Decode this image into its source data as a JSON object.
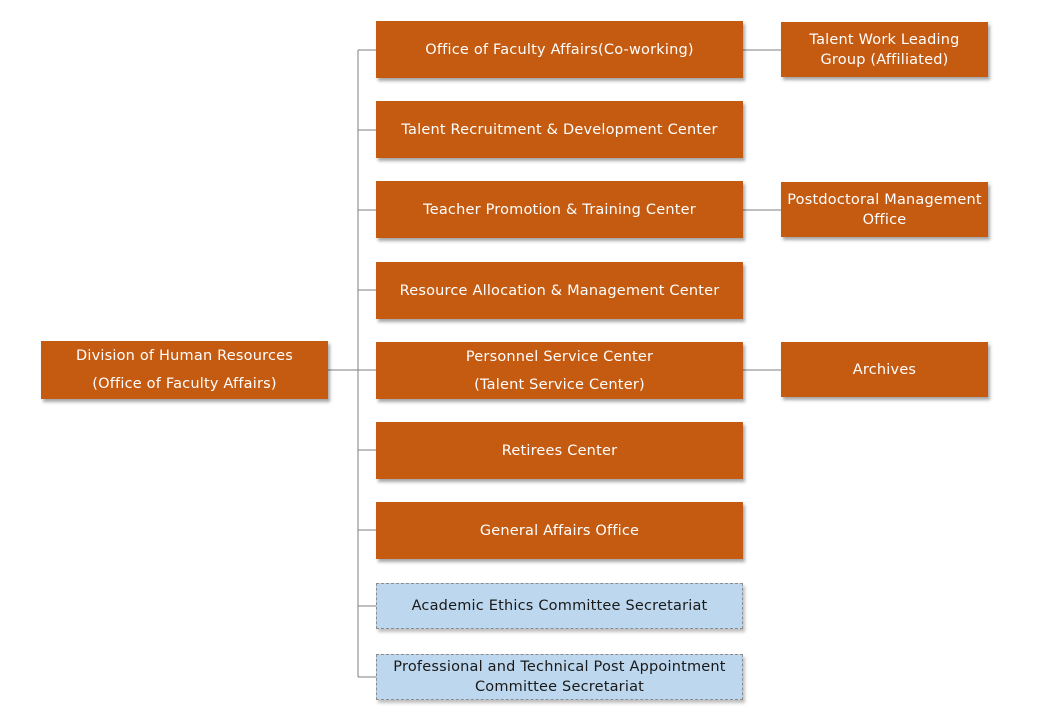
{
  "root": {
    "line1": "Division of Human Resources",
    "line2": "(Office of Faculty Affairs)"
  },
  "units": {
    "faculty_affairs": "Office of Faculty Affairs(Co-working)",
    "talent_recruitment": "Talent Recruitment & Development Center",
    "teacher_promotion": "Teacher Promotion & Training Center",
    "resource_allocation": "Resource Allocation & Management Center",
    "personnel_service_line1": "Personnel Service Center",
    "personnel_service_line2": "(Talent Service Center)",
    "retirees": "Retirees Center",
    "general_affairs": "General Affairs Office",
    "academic_ethics": "Academic Ethics Committee Secretariat",
    "professional_post_line1": "Professional and Technical Post Appointment",
    "professional_post_line2": "Committee Secretariat"
  },
  "affiliates": {
    "talent_work_line1": "Talent Work Leading",
    "talent_work_line2": "Group (Affiliated)",
    "postdoctoral_line1": "Postdoctoral Management",
    "postdoctoral_line2": "Office",
    "archives": "Archives"
  },
  "colors": {
    "unit_fill": "#c55a11",
    "secretariat_fill": "#bdd7ee",
    "connector": "#7f7f7f"
  }
}
